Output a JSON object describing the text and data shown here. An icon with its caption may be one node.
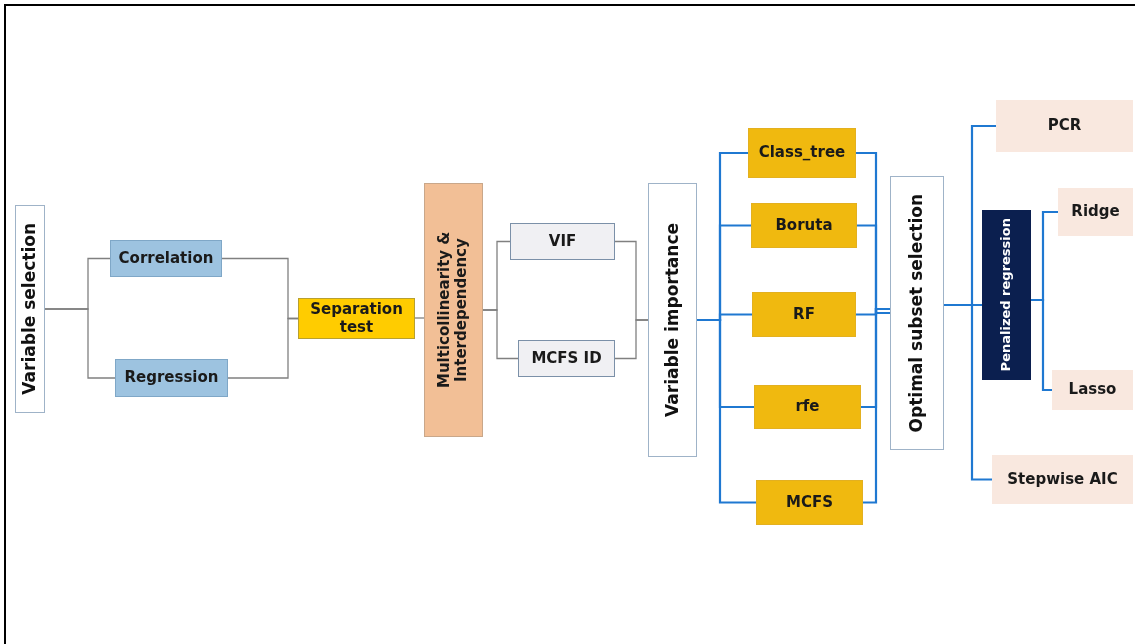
{
  "diagram": {
    "nodes": [
      {
        "text": [
          "Variable selection"
        ]
      },
      {
        "text": [
          "Correlation"
        ]
      },
      {
        "text": [
          "Regression"
        ]
      },
      {
        "text": [
          "Separation test"
        ]
      },
      {
        "text": [
          "Multicollinearity & Interdependency"
        ]
      },
      {
        "text": [
          "VIF"
        ]
      },
      {
        "text": [
          "MCFS ID"
        ]
      },
      {
        "text": [
          "Variable importance"
        ]
      },
      {
        "text": [
          "Class_tree"
        ]
      },
      {
        "text": [
          "Boruta"
        ]
      },
      {
        "text": [
          "RF"
        ]
      },
      {
        "text": [
          "rfe"
        ]
      },
      {
        "text": [
          "MCFS"
        ]
      },
      {
        "text": [
          "Optimal subset selection"
        ]
      },
      {
        "text": [
          "PCR"
        ]
      },
      {
        "text": [
          "Penalized regression"
        ]
      },
      {
        "text": [
          "Ridge"
        ]
      },
      {
        "text": [
          "Lasso"
        ]
      },
      {
        "text": [
          "Stepwise AIC"
        ]
      }
    ],
    "edges": [
      {
        "from": 0,
        "to": 1,
        "arrow": "none",
        "color": "#808080"
      },
      {
        "from": 0,
        "to": 2,
        "arrow": "none",
        "color": "#808080"
      },
      {
        "from": 1,
        "to": 3,
        "arrow": "none",
        "color": "#808080"
      },
      {
        "from": 2,
        "to": 3,
        "arrow": "none",
        "color": "#808080"
      },
      {
        "from": 3,
        "to": 4,
        "arrow": "none",
        "color": "#808080"
      },
      {
        "from": 4,
        "to": 5,
        "arrow": "none",
        "color": "#808080"
      },
      {
        "from": 4,
        "to": 6,
        "arrow": "none",
        "color": "#808080"
      },
      {
        "from": 5,
        "to": 7,
        "arrow": "none",
        "color": "#808080"
      },
      {
        "from": 6,
        "to": 7,
        "arrow": "none",
        "color": "#808080"
      },
      {
        "from": 7,
        "to": 8,
        "arrow": "none"
      },
      {
        "from": 7,
        "to": 9,
        "arrow": "none"
      },
      {
        "from": 7,
        "to": 10,
        "arrow": "none"
      },
      {
        "from": 7,
        "to": 11,
        "arrow": "none"
      },
      {
        "from": 7,
        "to": 12,
        "arrow": "none"
      },
      {
        "from": 8,
        "to": 13,
        "arrow": "none"
      },
      {
        "from": 9,
        "to": 13,
        "arrow": "none"
      },
      {
        "from": 10,
        "to": 13,
        "arrow": "none"
      },
      {
        "from": 11,
        "to": 13,
        "arrow": "none"
      },
      {
        "from": 12,
        "to": 13,
        "arrow": "none"
      },
      {
        "from": 13,
        "to": 14,
        "arrow": "none"
      },
      {
        "from": 13,
        "to": 15,
        "arrow": "none"
      },
      {
        "from": 13,
        "to": 18,
        "arrow": "none"
      },
      {
        "from": 15,
        "to": 16,
        "arrow": "none"
      },
      {
        "from": 15,
        "to": 17,
        "arrow": "none"
      }
    ]
  }
}
